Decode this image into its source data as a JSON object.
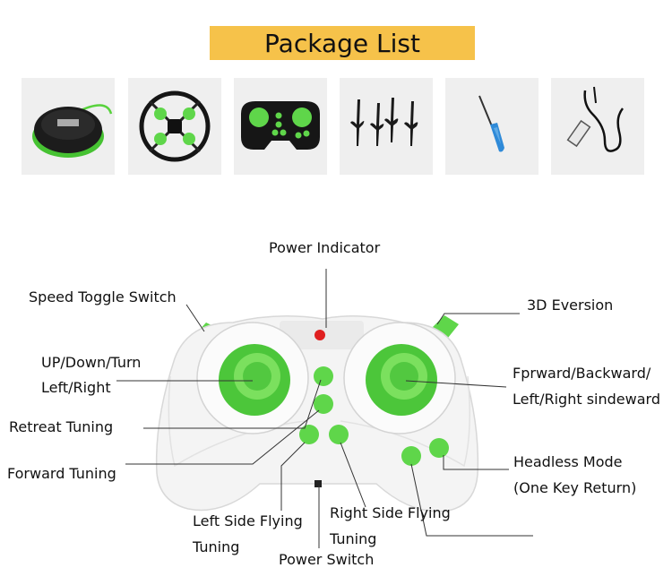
{
  "title": "Package List",
  "package_items": [
    {
      "name": "storage-case"
    },
    {
      "name": "drone"
    },
    {
      "name": "remote-controller"
    },
    {
      "name": "spare-propellers"
    },
    {
      "name": "screwdriver"
    },
    {
      "name": "usb-charging-cable"
    }
  ],
  "labels": {
    "power_indicator": "Power Indicator",
    "speed_toggle": "Speed Toggle Switch",
    "eversion": "3D Eversion",
    "up_down_1": "UP/Down/Turn",
    "up_down_2": "Left/Right",
    "forward_backward_1": "Fprward/Backward/",
    "forward_backward_2": "Left/Right sindeward",
    "retreat_tuning": "Retreat Tuning",
    "forward_tuning": "Forward Tuning",
    "headless_1": "Headless Mode",
    "headless_2": "(One Key Return)",
    "left_side_1": "Left Side Flying",
    "left_side_2": "Tuning",
    "right_side_1": "Right Side Flying",
    "right_side_2": "Tuning",
    "power_switch": "Power Switch"
  },
  "colors": {
    "banner": "#f6c24a",
    "accent_green": "#5fd64a",
    "thumb_bg": "#efefef"
  }
}
